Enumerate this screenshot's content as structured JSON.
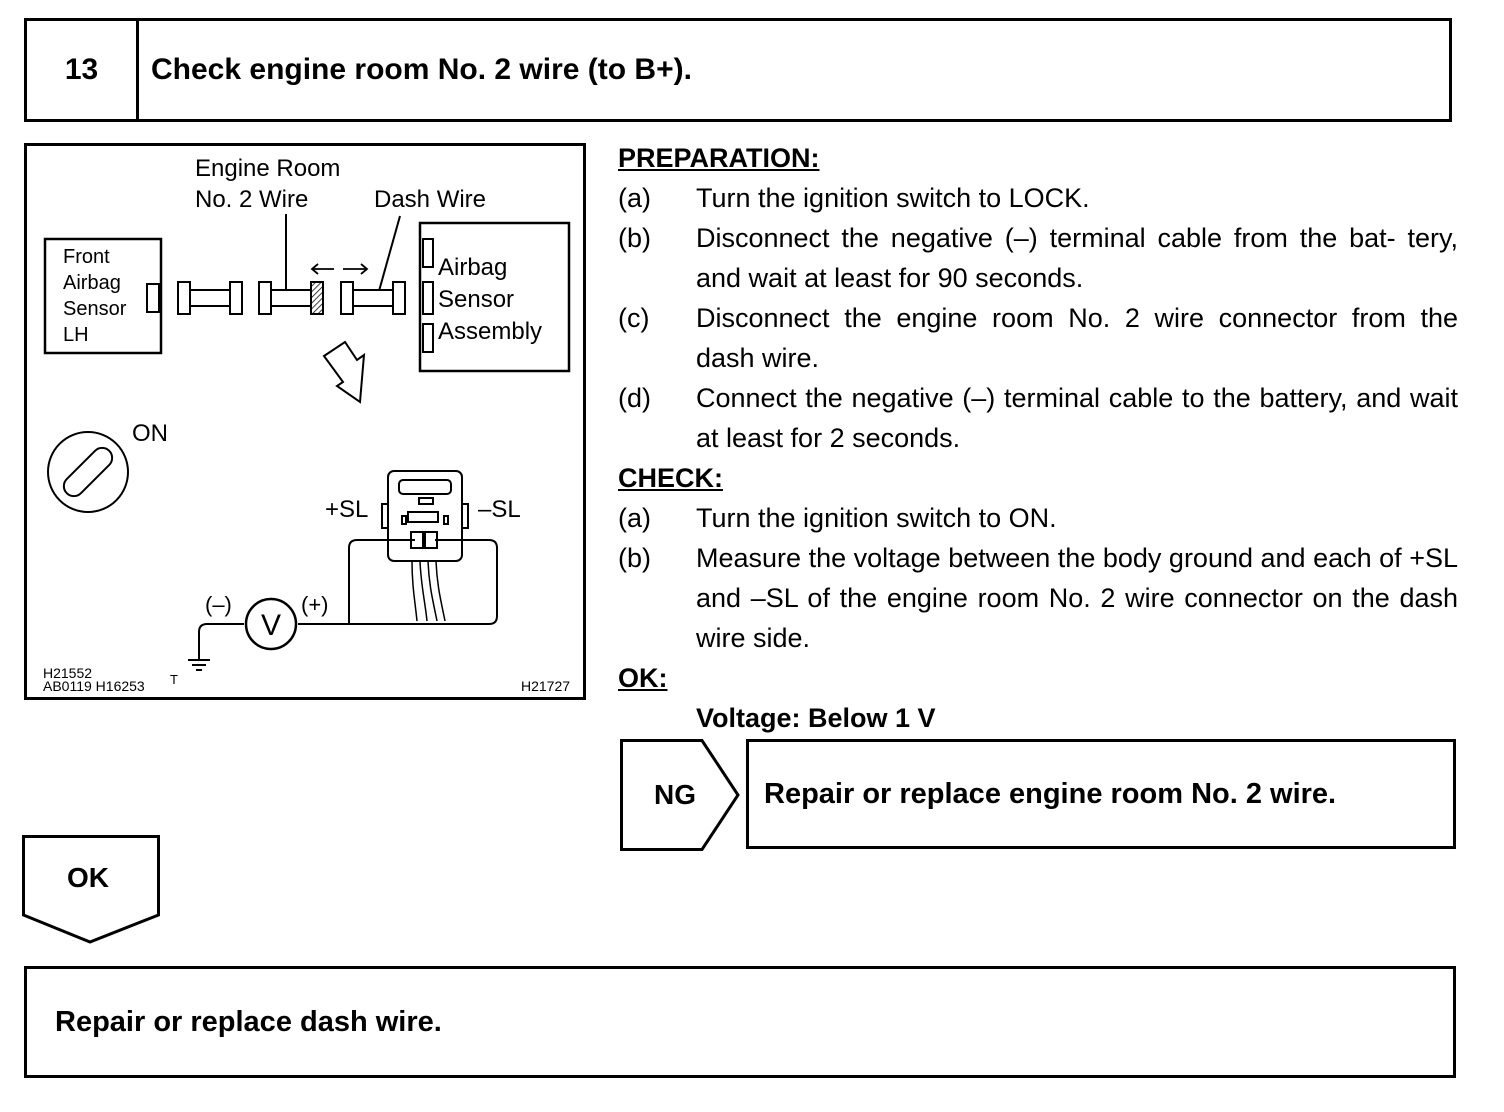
{
  "header": {
    "step_number": "13",
    "title": "Check engine room No. 2 wire (to B+)."
  },
  "figure": {
    "label_engine_room_1": "Engine Room",
    "label_engine_room_2": "No. 2 Wire",
    "label_dash_wire": "Dash Wire",
    "front_sensor": [
      "Front",
      "Airbag",
      "Sensor",
      "LH"
    ],
    "airbag_assembly": [
      "Airbag",
      "Sensor",
      "Assembly"
    ],
    "ignition_label": "ON",
    "plus_sl": "+SL",
    "minus_sl": "–SL",
    "meter_neg": "(–)",
    "meter_pos": "(+)",
    "meter_symbol": "V",
    "code_1": "H21552",
    "code_2": "AB0119 H16253",
    "code_t": "T",
    "code_right": "H21727"
  },
  "procedure": {
    "preparation_title": "PREPARATION:",
    "preparation_steps": [
      {
        "label": "(a)",
        "text": "Turn the ignition switch to LOCK."
      },
      {
        "label": "(b)",
        "text": "Disconnect the negative (–) terminal cable from the bat- tery, and wait at least for 90 seconds."
      },
      {
        "label": "(c)",
        "text": "Disconnect the engine room No. 2 wire connector from the dash wire."
      },
      {
        "label": "(d)",
        "text": "Connect the negative (–) terminal cable to the battery, and wait at least for 2 seconds."
      }
    ],
    "check_title": "CHECK:",
    "check_steps": [
      {
        "label": "(a)",
        "text": "Turn the ignition switch to ON."
      },
      {
        "label": "(b)",
        "text": "Measure the voltage between the body ground and each of +SL and –SL of the engine room No. 2 wire connector on the dash wire side."
      }
    ],
    "ok_title": "OK:",
    "ok_spec": "Voltage: Below 1 V"
  },
  "ng": {
    "tag": "NG",
    "action": "Repair or replace engine room No. 2 wire."
  },
  "ok": {
    "tag": "OK"
  },
  "final_action": "Repair or replace dash wire."
}
